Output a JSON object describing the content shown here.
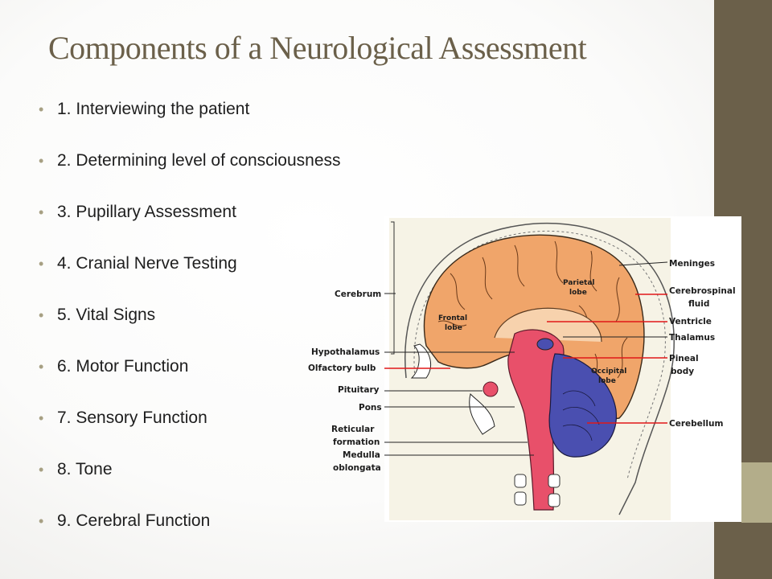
{
  "slide": {
    "title": "Components of a Neurological Assessment",
    "bullets": [
      "1. Interviewing the patient",
      "2. Determining level of consciousness",
      "3. Pupillary Assessment",
      "4. Cranial Nerve Testing",
      "5. Vital Signs",
      "6. Motor Function",
      "7. Sensory Function",
      "8. Tone",
      "9. Cerebral Function"
    ],
    "bullet_icon": "bullet-dot-icon"
  },
  "diagram": {
    "left_labels": {
      "cerebrum": "Cerebrum",
      "hypothalamus": "Hypothalamus",
      "olfactory_bulb": "Olfactory bulb",
      "pituitary": "Pituitary",
      "pons": "Pons",
      "reticular_1": "Reticular",
      "reticular_2": "formation",
      "medulla_1": "Medulla",
      "medulla_2": "oblongata"
    },
    "right_labels": {
      "meninges": "Meninges",
      "csf_1": "Cerebrospinal",
      "csf_2": "fluid",
      "ventricle": "Ventricle",
      "thalamus": "Thalamus",
      "pineal_1": "Pineal",
      "pineal_2": "body",
      "cerebellum": "Cerebellum"
    },
    "inner_labels": {
      "parietal_1": "Parietal",
      "parietal_2": "lobe",
      "frontal_1": "Frontal",
      "frontal_2": "lobe",
      "occipital_1": "Occipital",
      "occipital_2": "lobe"
    },
    "colors": {
      "brain": "#f0a56a",
      "brainstem": "#e8506a",
      "cerebellum": "#4a4fb0",
      "leader_red": "#e01818",
      "accent_bar": "#6b604a",
      "accent_light": "#b3ad8a",
      "title": "#6b604a"
    }
  }
}
